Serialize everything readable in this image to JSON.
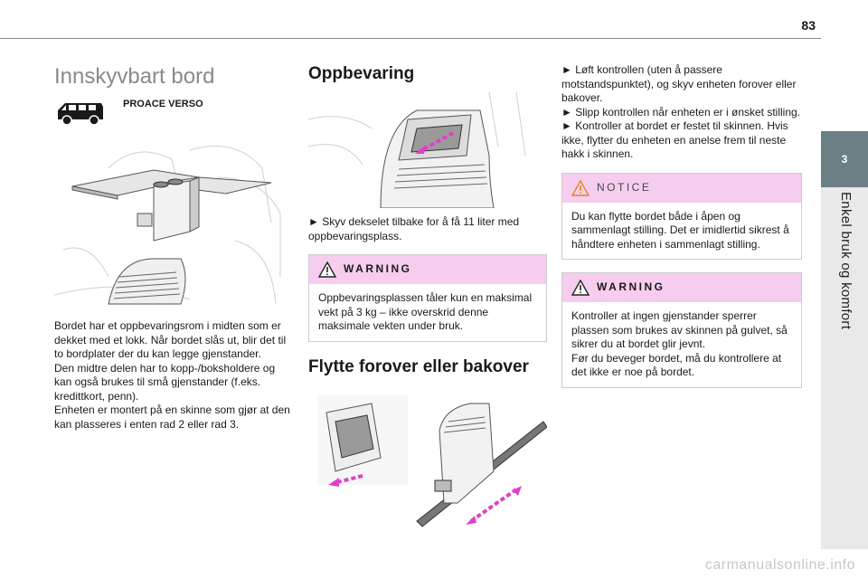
{
  "page": {
    "number": "83"
  },
  "sidebar": {
    "chapter_number": "3",
    "chapter_title": "Enkel bruk og komfort"
  },
  "col1": {
    "title": "Innskyvbart bord",
    "model_label": "PROACE VERSO",
    "paragraph1": "Bordet har et oppbevaringsrom i midten som er dekket med et lokk. Når bordet slås ut, blir det til to bordplater der du kan legge gjenstander.",
    "paragraph2": "Den midtre delen har to kopp-/boksholdere og kan også brukes til små gjenstander (f.eks. kredittkort, penn).",
    "paragraph3": "Enheten er montert på en skinne som gjør at den kan plasseres i enten rad 2 eller rad 3."
  },
  "col2": {
    "title": "Oppbevaring",
    "instruction": "► Skyv dekselet tilbake for å få 11 liter med oppbevaringsplass.",
    "warning_label": "WARNING",
    "warning_text": "Oppbevaringsplassen tåler kun en maksimal vekt på 3 kg – ikke overskrid denne maksimale vekten under bruk.",
    "title2": "Flytte forover eller bakover"
  },
  "col3": {
    "step1": "► Løft kontrollen (uten å passere motstandspunktet), og skyv enheten forover eller bakover.",
    "step2": "► Slipp kontrollen når enheten er i ønsket stilling.",
    "step3": "► Kontroller at bordet er festet til skinnen. Hvis ikke, flytter du enheten en anelse frem til neste hakk i skinnen.",
    "notice_label": "NOTICE",
    "notice_text": "Du kan flytte bordet både i åpen og sammenlagt stilling. Det er imidlertid sikrest å håndtere enheten i sammenlagt stilling.",
    "warning_label": "WARNING",
    "warning_text1": "Kontroller at ingen gjenstander sperrer plassen som brukes av skinnen på gulvet, så sikrer du at bordet glir jevnt.",
    "warning_text2": "Før du beveger bordet, må du kontrollere at det ikke er noe på bordet."
  },
  "footer": {
    "watermark": "carmanualsonline.info"
  },
  "colors": {
    "accent_pink": "#f6cdef",
    "tab_gray": "#6b7f84",
    "arrow_magenta": "#e040c8"
  }
}
